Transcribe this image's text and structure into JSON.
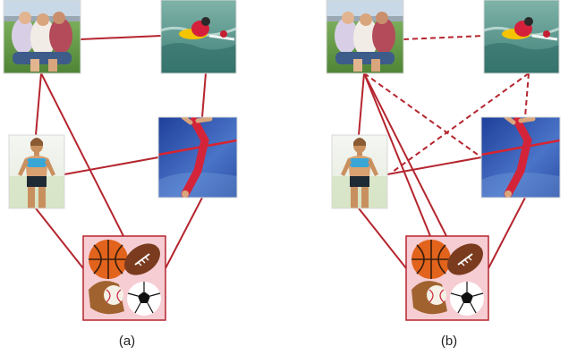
{
  "panels": [
    {
      "label": "(a)",
      "nodes": [
        "athletes-group",
        "jetski-rider",
        "fitness-woman",
        "high-jumper",
        "sports-balls"
      ],
      "edges": [
        {
          "from": "athletes-group",
          "to": "jetski-rider",
          "style": "solid"
        },
        {
          "from": "athletes-group",
          "to": "fitness-woman",
          "style": "solid"
        },
        {
          "from": "athletes-group",
          "to": "sports-balls",
          "style": "solid"
        },
        {
          "from": "jetski-rider",
          "to": "high-jumper",
          "style": "solid"
        },
        {
          "from": "fitness-woman",
          "to": "high-jumper",
          "style": "solid"
        },
        {
          "from": "fitness-woman",
          "to": "sports-balls",
          "style": "solid"
        },
        {
          "from": "high-jumper",
          "to": "sports-balls",
          "style": "solid"
        }
      ]
    },
    {
      "label": "(b)",
      "nodes": [
        "athletes-group",
        "jetski-rider",
        "fitness-woman",
        "high-jumper",
        "sports-balls"
      ],
      "edges": [
        {
          "from": "athletes-group",
          "to": "jetski-rider",
          "style": "dashed"
        },
        {
          "from": "athletes-group",
          "to": "fitness-woman",
          "style": "solid"
        },
        {
          "from": "athletes-group",
          "to": "sports-balls",
          "style": "solid"
        },
        {
          "from": "athletes-group",
          "to": "high-jumper",
          "style": "dashed"
        },
        {
          "from": "athletes-group",
          "to": "high-jumper",
          "style": "solid"
        },
        {
          "from": "jetski-rider",
          "to": "high-jumper",
          "style": "dashed"
        },
        {
          "from": "jetski-rider",
          "to": "fitness-woman",
          "style": "dashed"
        },
        {
          "from": "fitness-woman",
          "to": "high-jumper",
          "style": "solid"
        },
        {
          "from": "fitness-woman",
          "to": "sports-balls",
          "style": "solid"
        },
        {
          "from": "high-jumper",
          "to": "sports-balls",
          "style": "solid"
        }
      ]
    }
  ],
  "colors": {
    "edge": "#b5252e",
    "field_green": "#5a8f3c",
    "water": "#4f8f8a",
    "sky_blue": "#2a4fa8",
    "sportswear_red": "#c8223a",
    "balls_bg": "#f6cdd3"
  }
}
